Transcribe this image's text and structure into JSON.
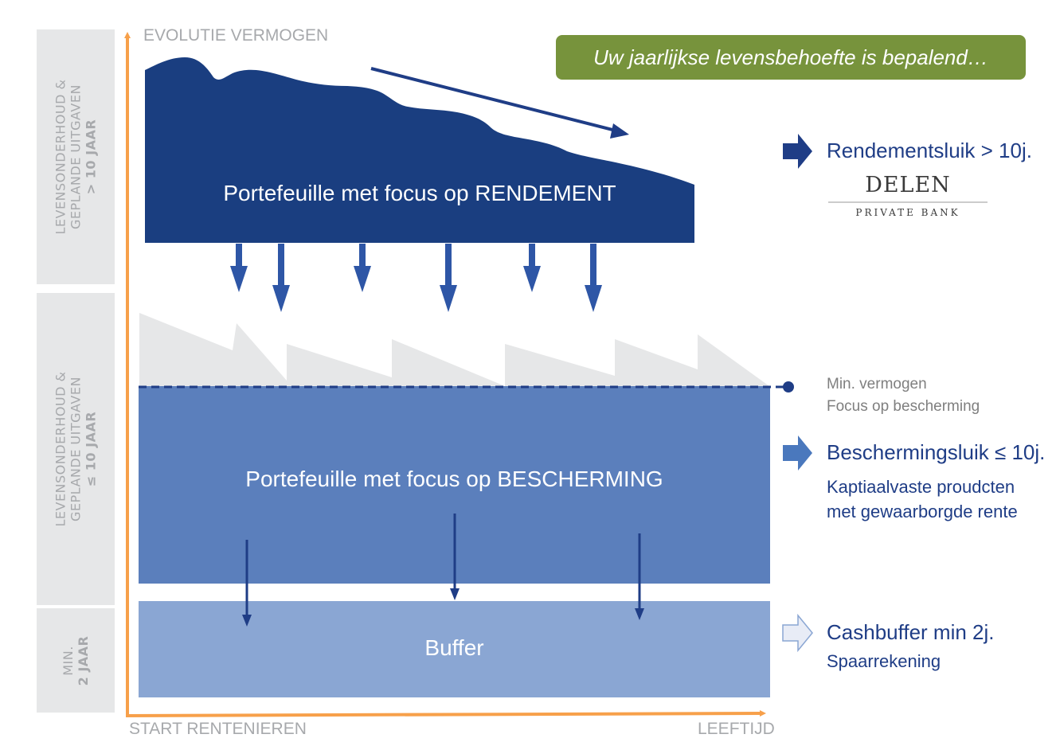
{
  "side_bands": [
    {
      "lines": [
        "LEVENSONDERHOUD &",
        "GEPLANDE UITGAVEN",
        "> 10 JAAR"
      ]
    },
    {
      "lines": [
        "LEVENSONDERHOUD &",
        "GEPLANDE UITGAVEN",
        "≤ 10 JAAR"
      ]
    },
    {
      "lines": [
        "MIN.",
        "2 JAAR"
      ]
    }
  ],
  "axes": {
    "y_label": "EVOLUTIE VERMOGEN",
    "x_start_label": "START RENTENIEREN",
    "x_end_label": "LEEFTIJD"
  },
  "banner": "Uw jaarlijkse levensbehoefte is bepalend…",
  "boxes": {
    "rendement": "Portefeuille met focus op RENDEMENT",
    "bescherming": "Portefeuille met focus op BESCHERMING",
    "buffer": "Buffer"
  },
  "right_panel": {
    "rendement": {
      "heading": "Rendementsluik > 10j."
    },
    "brand": {
      "name": "DELEN",
      "tagline": "PRIVATE BANK"
    },
    "min_vermogen": {
      "line1": "Min. vermogen",
      "line2": "Focus op bescherming"
    },
    "bescherming": {
      "heading": "Beschermingsluik ≤ 10j.",
      "line1": "Kaptiaalvaste proudcten",
      "line2": "met gewaarborgde rente"
    },
    "cash": {
      "heading": "Cashbuffer min 2j.",
      "line1": "Spaarrekening"
    }
  },
  "colors": {
    "rendement": "#1a3e80",
    "bescherming": "#5b7fbc",
    "buffer": "#8aa6d3",
    "sawtooth": "#e6e7e8",
    "axis": "#f7a04a",
    "banner": "#77933c",
    "heading_text": "#1f3d86"
  }
}
